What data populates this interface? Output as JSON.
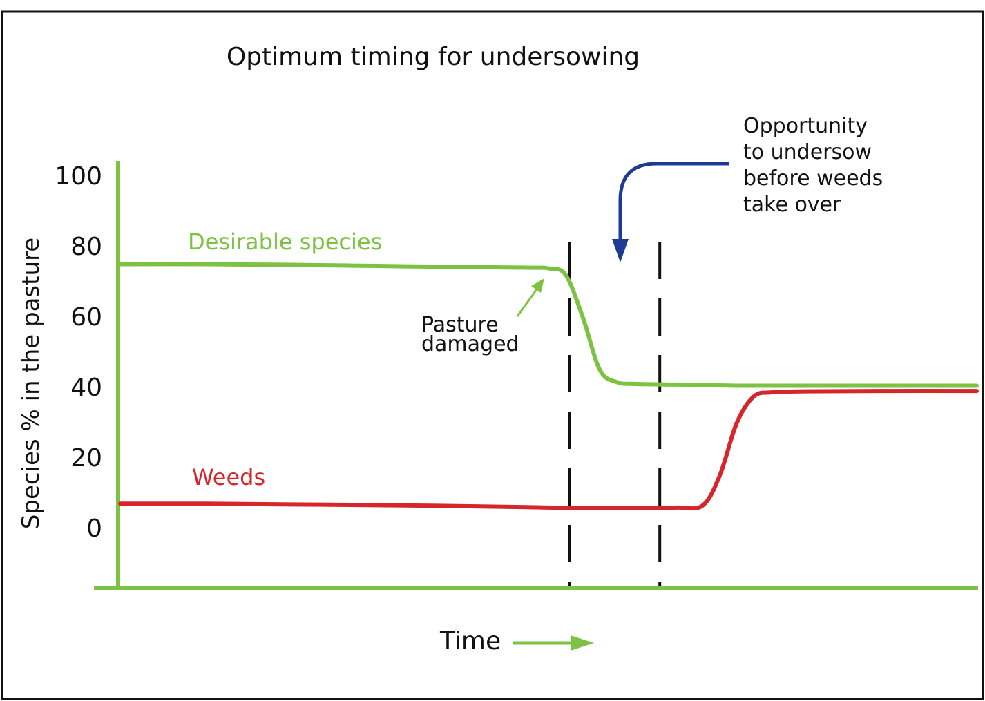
{
  "chart_data": {
    "type": "line",
    "title": "Optimum timing for undersowing",
    "xlabel": "Time",
    "ylabel": "Species % in the pasture",
    "yticks": [
      "100",
      "80",
      "60",
      "40",
      "20",
      "0"
    ],
    "ylim": [
      0,
      100
    ],
    "grid": false,
    "legend": "none",
    "x": [
      0,
      10,
      20,
      30,
      40,
      48,
      50,
      52,
      54,
      56,
      58,
      60,
      65,
      68,
      70,
      72,
      74,
      76,
      78,
      80,
      90,
      100
    ],
    "series": [
      {
        "name": "Desirable species",
        "color": "#7dc242",
        "values": [
          75,
          75,
          74.8,
          74.5,
          74.2,
          74,
          73.8,
          72,
          60,
          45,
          41.5,
          41,
          40.8,
          40.7,
          40.6,
          40.5,
          40.5,
          40.5,
          40.5,
          40.5,
          40.5,
          40.5
        ]
      },
      {
        "name": "Weeds",
        "color": "#d7262b",
        "values": [
          7,
          7,
          6.8,
          6.6,
          6.3,
          6,
          5.9,
          5.8,
          5.7,
          5.7,
          5.7,
          5.8,
          5.9,
          6.5,
          15,
          30,
          37.5,
          38.6,
          38.8,
          38.9,
          39,
          39
        ]
      }
    ],
    "annotations": {
      "pasture_damaged": [
        "Pasture",
        "damaged"
      ],
      "opportunity": [
        "Opportunity",
        "to undersow",
        "before weeds",
        "take over"
      ]
    },
    "markers": [
      {
        "label": "",
        "x": 52.5
      },
      {
        "label": "",
        "x": 63
      }
    ],
    "colors": {
      "axis": "#7dc242",
      "desirable": "#7dc242",
      "weeds": "#d7262b",
      "opportunity_arrow": "#1f3a93",
      "dashed": "#111111"
    }
  }
}
